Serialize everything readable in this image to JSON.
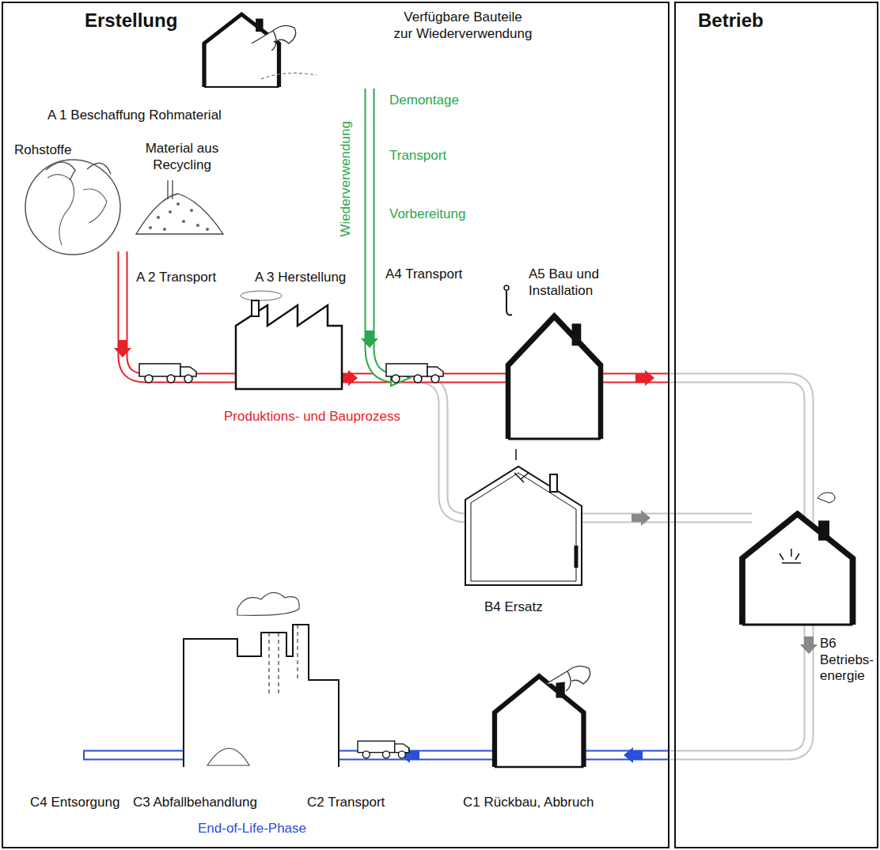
{
  "diagram": {
    "nodes": [
      {
        "text": [
          "Erstellung"
        ]
      },
      {
        "text": [
          "Betrieb"
        ]
      }
    ],
    "labels": [
      "Verfügbare Bauteile zur Wiederverwendung",
      "Demontage",
      "Transport",
      "Vorbereitung",
      "Wiederverwendung",
      "A 1 Beschaffung Rohmaterial",
      "Rohstoffe",
      "Material aus Recycling",
      "A 2 Transport",
      "A 3 Herstellung",
      "A4 Transport",
      "A5 Bau und Installation",
      "Produktions- und Bauprozess",
      "B4 Ersatz",
      "B6 Betriebs- energie",
      "C4 Entsorgung",
      "C3 Abfallbehandlung",
      "C2 Transport",
      "C1 Rückbau, Abbruch",
      "End-of-Life-Phase"
    ]
  }
}
